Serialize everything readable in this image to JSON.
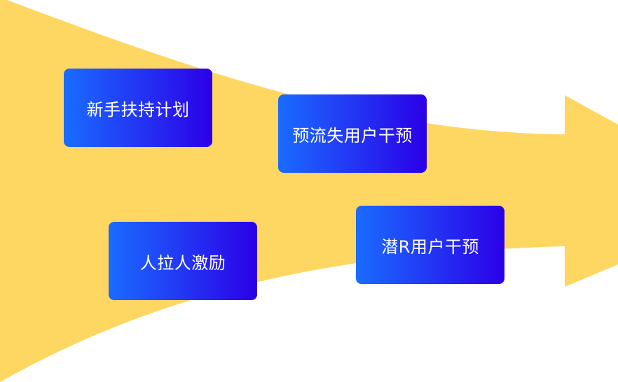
{
  "colors": {
    "background": "#ffffff",
    "arrow_fill": "#FDD762",
    "card_gradient_start": "#1A6CFF",
    "card_gradient_end": "#2B00E8",
    "card_text": "#ffffff"
  },
  "cards": [
    {
      "label": "新手扶持计划"
    },
    {
      "label": "预流失用户干预"
    },
    {
      "label": "人拉人激励"
    },
    {
      "label": "潜R用户干预"
    }
  ]
}
